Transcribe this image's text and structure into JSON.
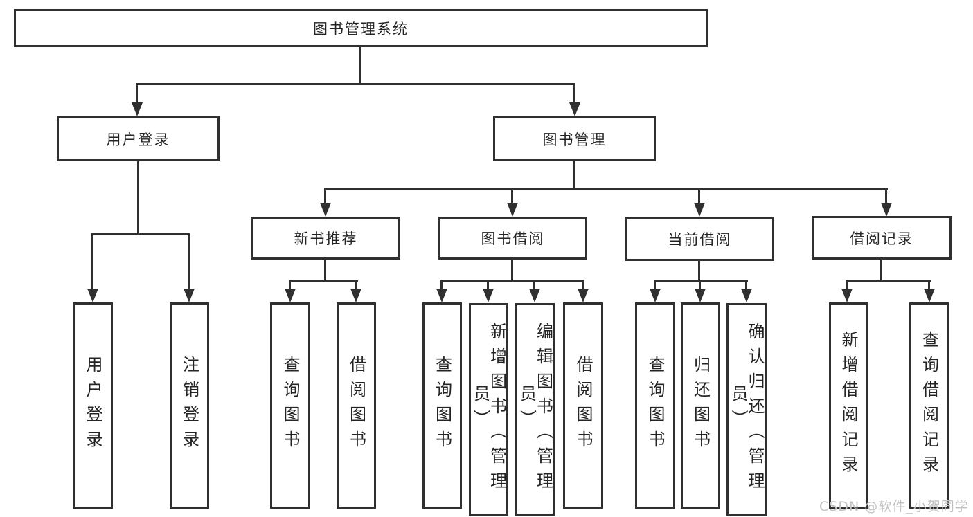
{
  "diagram": {
    "root": {
      "label": "图书管理系统"
    },
    "level2": [
      {
        "label": "用户登录"
      },
      {
        "label": "图书管理"
      }
    ],
    "level3": [
      {
        "label": "新书推荐"
      },
      {
        "label": "图书借阅"
      },
      {
        "label": "当前借阅"
      },
      {
        "label": "借阅记录"
      }
    ],
    "leaves": {
      "user_login": [
        "用户登录",
        "注销登录"
      ],
      "new_book": [
        "查询图书",
        "借阅图书"
      ],
      "book_borrow": [
        "查询图书",
        "新增图书（管理员）",
        "编辑图书（管理员）",
        "借阅图书"
      ],
      "current_borrow": [
        "查询图书",
        "归还图书",
        "确认归还（管理员）"
      ],
      "borrow_records": [
        "新增借阅记录",
        "查询借阅记录"
      ]
    }
  },
  "watermark": "CSDN @软件_小贺同学",
  "colors": {
    "line": "#303030",
    "text": "#242424",
    "watermark": "#c2c2c2",
    "background": "#ffffff"
  }
}
